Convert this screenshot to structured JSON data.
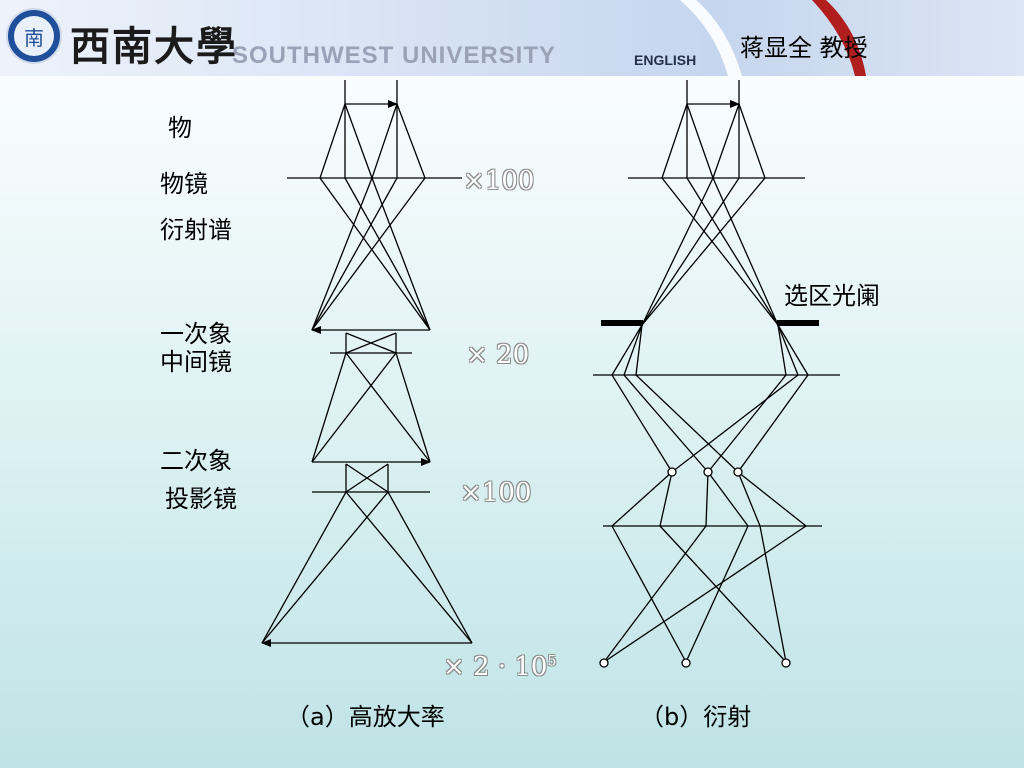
{
  "header": {
    "seal_text": "南",
    "university_cn": "西南大學",
    "university_en": "SOUTHWEST UNIVERSITY",
    "english_link": "ENGLISH",
    "professor": "蒋显全  教授"
  },
  "labels": {
    "object": "物",
    "objective_lens": "物镜",
    "diffraction_pattern": "衍射谱",
    "first_image": "一次象",
    "intermediate_lens": "中间镜",
    "second_image": "二次象",
    "projector_lens": "投影镜",
    "selected_area_aperture": "选区光阑"
  },
  "magnifications": {
    "objective": "×100",
    "intermediate": "× 20",
    "projector": "×100",
    "total_base": "× 2 · 10",
    "total_exp": "5"
  },
  "captions": {
    "a": "（a）高放大率",
    "b": "（b）衍射"
  },
  "colors": {
    "accent_red": "#b01e1e",
    "header_blue": "#c6d6ee",
    "ray_line": "#000000"
  }
}
